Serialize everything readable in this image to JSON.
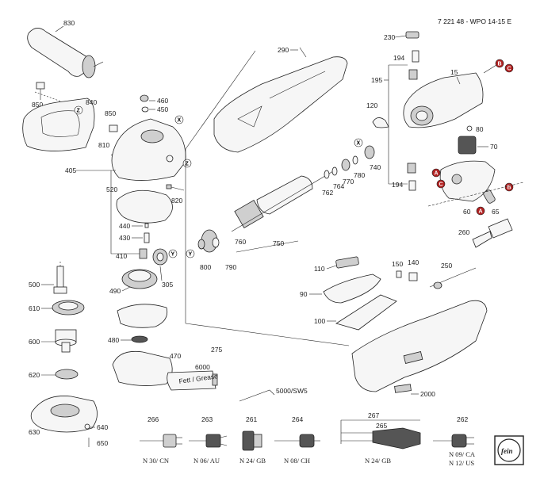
{
  "header": {
    "doc_id": "7 221 48 - WPO 14-15 E"
  },
  "parts": {
    "p830": "830",
    "p850a": "850",
    "p840": "840",
    "p850b": "850",
    "p810": "810",
    "p460": "460",
    "p450": "450",
    "p405": "405",
    "p520": "520",
    "p820": "820",
    "p440": "440",
    "p430": "430",
    "p410": "410",
    "p305": "305",
    "p500": "500",
    "p610": "610",
    "p490": "490",
    "p600": "600",
    "p480": "480",
    "p470": "470",
    "p620": "620",
    "p630": "630",
    "p640": "640",
    "p650": "650",
    "p6000": "6000",
    "p275": "275",
    "p5000": "5000/SW5",
    "p290": "290",
    "p230": "230",
    "p194a": "194",
    "p195": "195",
    "p15": "15",
    "p120": "120",
    "p80": "80",
    "p70": "70",
    "p740": "740",
    "p780": "780",
    "p770": "770",
    "p764": "764",
    "p762": "762",
    "p194b": "194",
    "p60": "60",
    "p65": "65",
    "p760": "760",
    "p750": "750",
    "p800": "800",
    "p790": "790",
    "p260": "260",
    "p250": "250",
    "p150": "150",
    "p140": "140",
    "p110": "110",
    "p90": "90",
    "p100": "100",
    "p2000": "2000"
  },
  "markers": {
    "X": "X",
    "Y": "Y",
    "Z": "Z",
    "A": "A",
    "B": "B",
    "C": "C"
  },
  "plugs": [
    {
      "num": "266",
      "caption": "N 30/ CN"
    },
    {
      "num": "263",
      "caption": "N 06/ AU"
    },
    {
      "num": "261",
      "caption": "N 24/ GB"
    },
    {
      "num": "264",
      "caption": "N 08/ CH"
    },
    {
      "num": "267",
      "num2": "265",
      "caption": "N 24/ GB"
    },
    {
      "num": "262",
      "caption": "N 09/ CA",
      "caption2": "N 12/ US"
    }
  ],
  "tube_label": "Fett / Grease",
  "brand_logo": "fein",
  "colors": {
    "ink": "#222222",
    "marker_fill": "#b22222"
  }
}
